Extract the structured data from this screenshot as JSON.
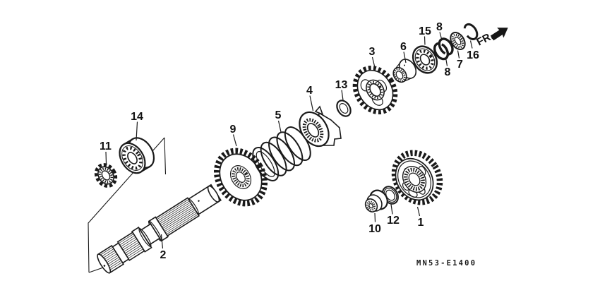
{
  "figure": {
    "direction_label": "FR.",
    "diagram_code": "MN53-E1400",
    "background_color": "#ffffff",
    "line_color": "#1a1a1a"
  },
  "callouts": [
    {
      "number": "1"
    },
    {
      "number": "2"
    },
    {
      "number": "3"
    },
    {
      "number": "4"
    },
    {
      "number": "5"
    },
    {
      "number": "6"
    },
    {
      "number": "7"
    },
    {
      "number": "8"
    },
    {
      "number": "8"
    },
    {
      "number": "9"
    },
    {
      "number": "10"
    },
    {
      "number": "11"
    },
    {
      "number": "12"
    },
    {
      "number": "13"
    },
    {
      "number": "14"
    },
    {
      "number": "15"
    },
    {
      "number": "16"
    }
  ]
}
